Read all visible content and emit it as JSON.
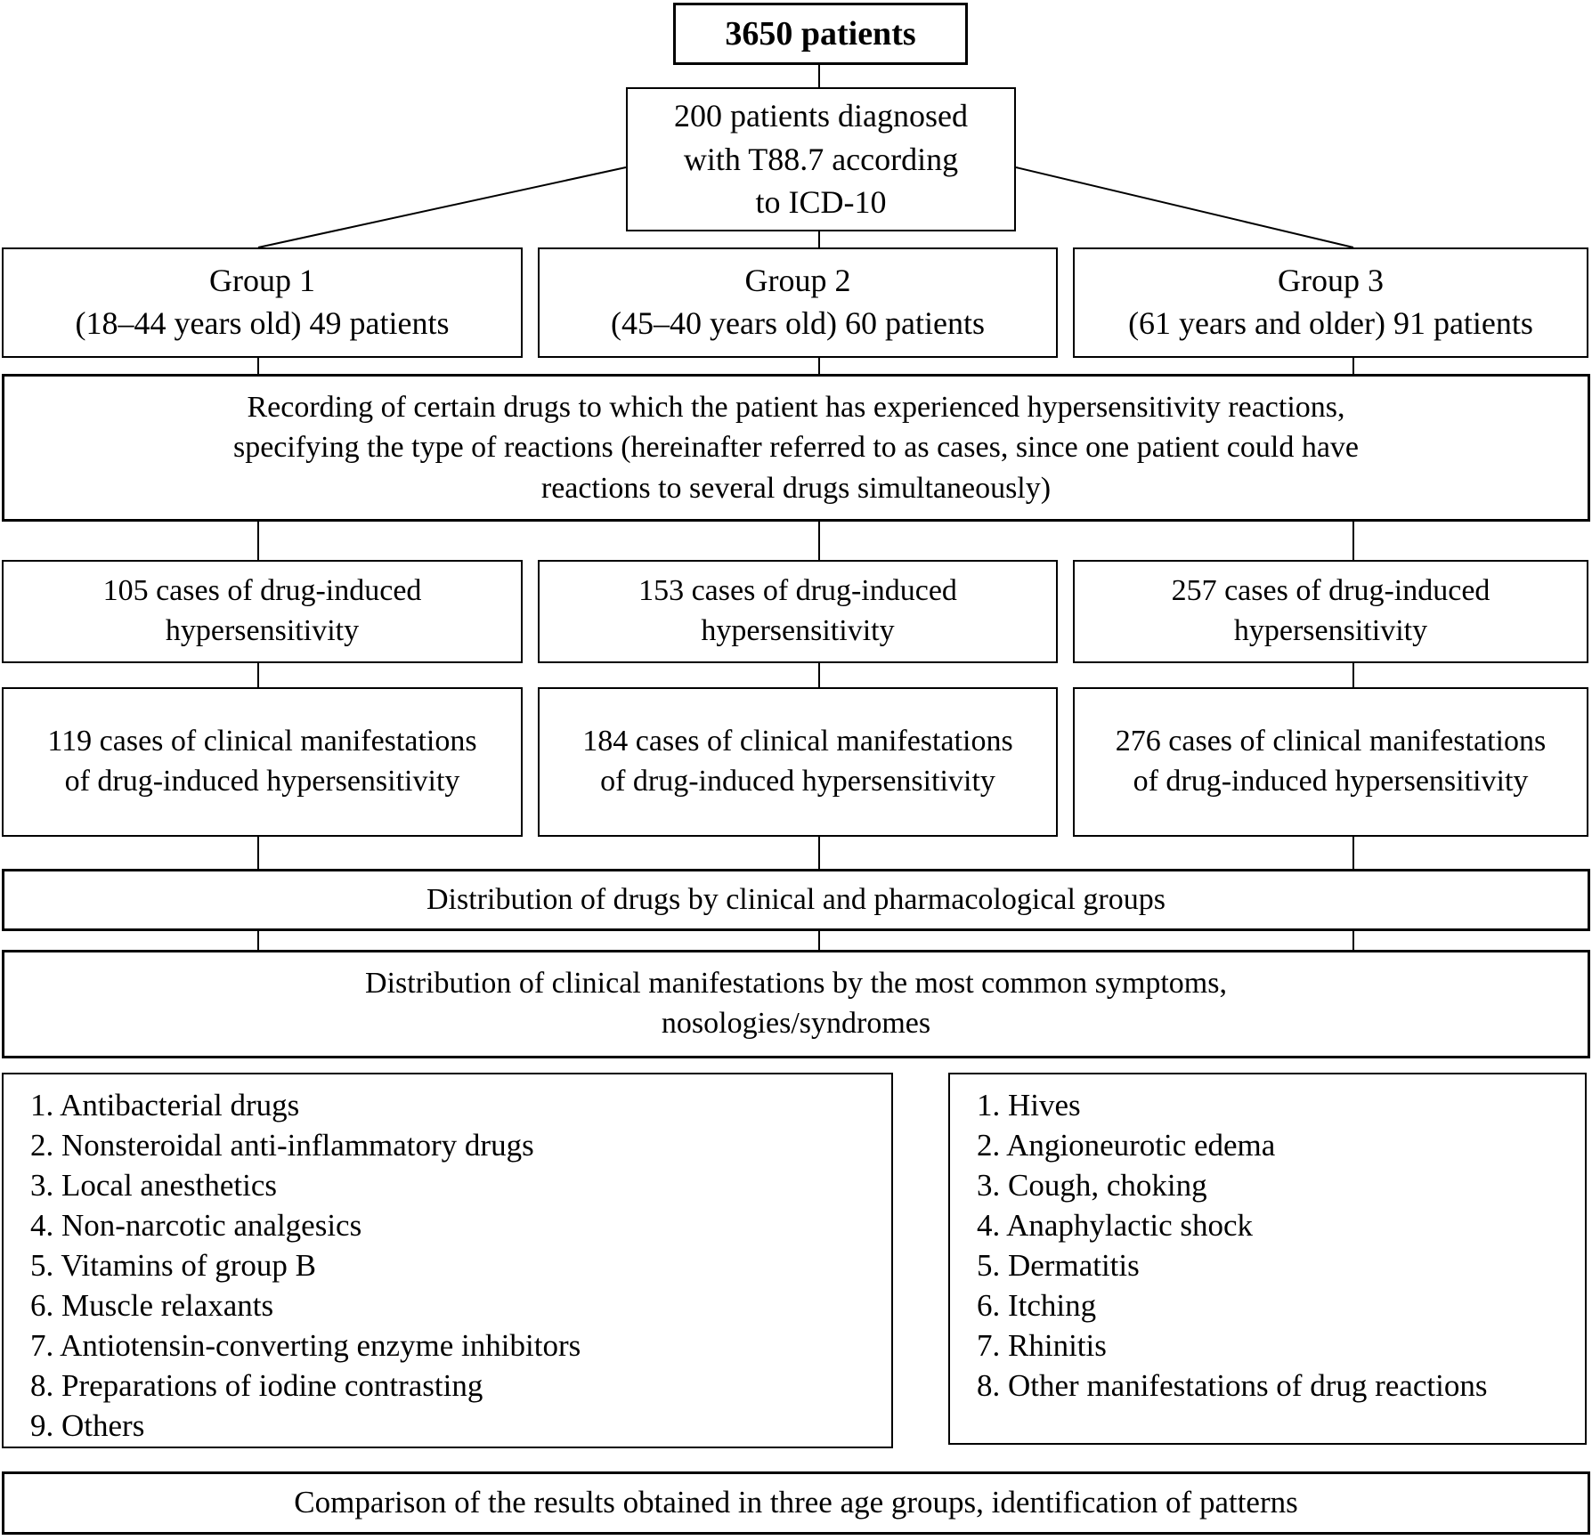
{
  "colors": {
    "line": "#000000",
    "background": "#ffffff",
    "text": "#000000"
  },
  "boxes": {
    "total_patients": "3650 patients",
    "diagnosed_lines": [
      "200 patients diagnosed",
      "with T88.7 according",
      "to ICD-10"
    ],
    "groups": [
      {
        "title": "Group 1",
        "subtitle": "(18–44 years old) 49 patients"
      },
      {
        "title": "Group 2",
        "subtitle": "(45–40 years old) 60 patients"
      },
      {
        "title": "Group 3",
        "subtitle": "(61 years and older) 91 patients"
      }
    ],
    "recording_lines": [
      "Recording of certain drugs to which the patient has experienced hypersensitivity reactions,",
      "specifying the type of reactions (hereinafter referred to as cases, since one patient could have",
      "reactions to several drugs simultaneously)"
    ],
    "cases": [
      "105 cases of drug-induced hypersensitivity",
      "153 cases of drug-induced hypersensitivity",
      "257 cases of drug-induced hypersensitivity"
    ],
    "manifestations": [
      "119 cases of clinical manifestations of drug-induced hypersensitivity",
      "184 cases of clinical manifestations of drug-induced hypersensitivity",
      "276 cases of clinical manifestations of drug-induced hypersensitivity"
    ],
    "distribution_drugs": "Distribution of drugs by clinical and pharmacological groups",
    "distribution_manifestations_lines": [
      "Distribution of clinical manifestations by the most common symptoms,",
      "nosologies/syndromes"
    ],
    "drug_list": [
      "1. Antibacterial drugs",
      "2. Nonsteroidal anti-inflammatory drugs",
      "3. Local anesthetics",
      "4. Non-narcotic analgesics",
      "5. Vitamins of group B",
      "6. Muscle relaxants",
      "7. Antiotensin-converting enzyme inhibitors",
      "8. Preparations of iodine contrasting",
      "9. Others"
    ],
    "symptom_list": [
      "1. Hives",
      "2. Angioneurotic edema",
      "3. Cough, choking",
      "4. Anaphylactic shock",
      "5. Dermatitis",
      "6. Itching",
      "7. Rhinitis",
      "8. Other manifestations of drug reactions"
    ],
    "comparison": "Comparison of the results obtained in three age groups, identification of patterns"
  }
}
